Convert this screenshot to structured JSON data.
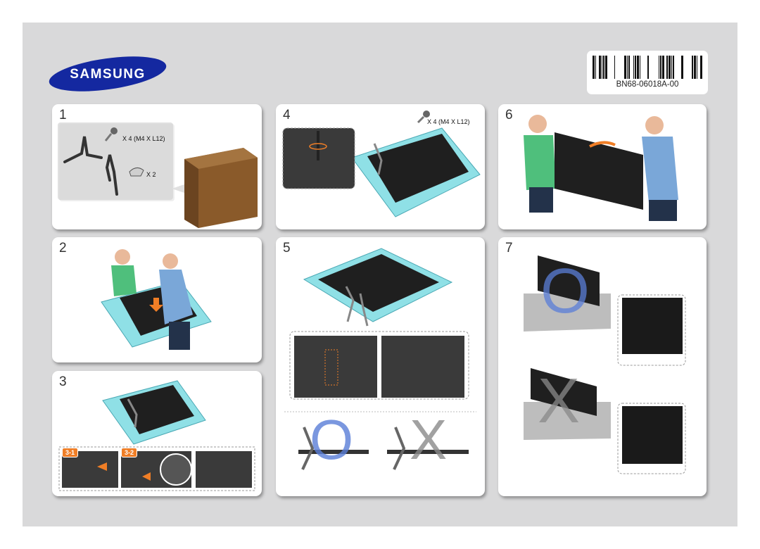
{
  "brand": {
    "logo_text": "SAMSUNG",
    "logo_color": "#1428a0"
  },
  "barcode": {
    "code": "BN68-06018A-00"
  },
  "steps": {
    "s1": {
      "num": "1",
      "screw_label": "X 4 (M4 X L12)",
      "cover_label": "X 2"
    },
    "s2": {
      "num": "2"
    },
    "s3": {
      "num": "3",
      "sub1": "3-1",
      "sub2": "3-2"
    },
    "s4": {
      "num": "4",
      "screw_label": "X 4 (M4 X L12)"
    },
    "s5": {
      "num": "5",
      "correct_mark": "O",
      "wrong_mark": "X"
    },
    "s6": {
      "num": "6"
    },
    "s7": {
      "num": "7",
      "correct_mark": "O",
      "wrong_mark": "X"
    }
  },
  "colors": {
    "foam": "#8fe0e6",
    "tv": "#1f1f1f",
    "accent": "#f07e26",
    "ok_mark": "#5a7ed8",
    "no_mark": "#8a8a8a"
  }
}
